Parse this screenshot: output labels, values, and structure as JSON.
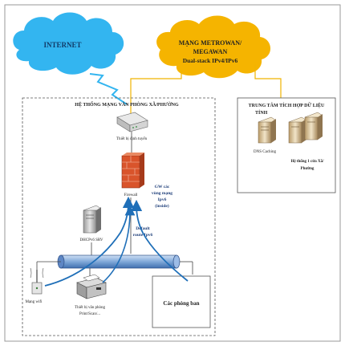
{
  "clouds": {
    "internet": "INTERNET",
    "metro_line1": "MẠNG METROWAN/",
    "metro_line2": "MEGAWAN",
    "metro_line3": "Dual-stack IPv4/IPv6"
  },
  "office_network": {
    "title": "HỆ THỐNG MẠNG VĂN PHÒNG XÃ/PHƯỜNG",
    "router_label": "Thiết bị định tuyến",
    "firewall_label": "Firewall",
    "gw_line1": "GW các",
    "gw_line2": "vùng mạng",
    "gw_line3": "Ipv6",
    "gw_line4": "(inside)",
    "dhcp_label": "DHCPv6 SRV",
    "default_route_line1": "Default",
    "default_route_line2": "route Ipv6",
    "wifi_label": "Mạng wifi",
    "printer_line1": "Thiết bị văn phòng",
    "printer_line2": "Print/Scan/...",
    "departments": "Các phòng ban"
  },
  "data_center": {
    "title_line1": "TRUNG TÂM TÍCH HỢP DỮ LIỆU",
    "title_line2": "TỈNH",
    "dns_label": "DNS Caching",
    "system_line1": "Hệ thống 1 cửa Xã/",
    "system_line2": "Phường"
  },
  "colors": {
    "internet_cloud": "#33B5F0",
    "metro_cloud": "#F5B400",
    "link_line": "#F0B400",
    "arrow": "#1F6FB8",
    "firewall": "#D9542B"
  }
}
